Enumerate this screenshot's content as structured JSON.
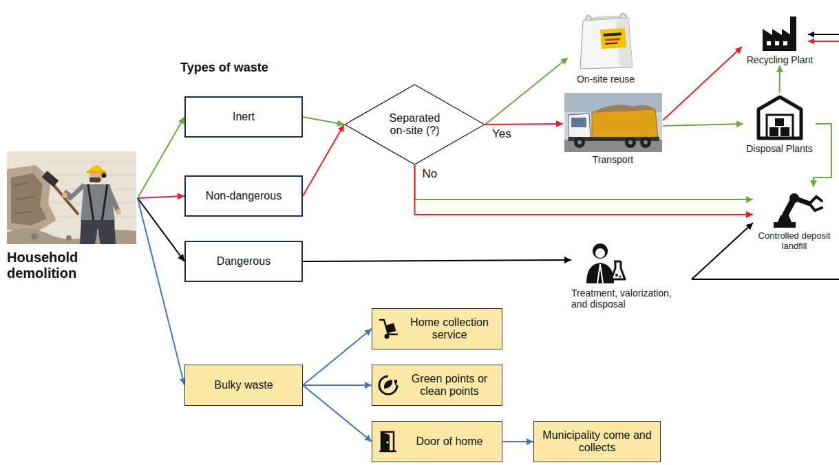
{
  "diagram": {
    "nodes": [
      {
        "text": [
          "Household demolition"
        ]
      },
      {
        "text": [
          "Inert"
        ]
      },
      {
        "text": [
          "Non-dangerous"
        ]
      },
      {
        "text": [
          "Dangerous"
        ]
      },
      {
        "text": [
          "Bulky waste"
        ]
      },
      {
        "text": [
          "Separated on-site (?)"
        ]
      },
      {
        "text": [
          "On-site reuse"
        ]
      },
      {
        "text": [
          "Transport"
        ]
      },
      {
        "text": [
          "Recycling Plant"
        ]
      },
      {
        "text": [
          "Disposal Plants"
        ]
      },
      {
        "text": [
          "Controlled deposit landfill"
        ]
      },
      {
        "text": [
          "Treatment, valorization, and disposal"
        ]
      },
      {
        "text": [
          "Home collection service"
        ]
      },
      {
        "text": [
          "Green points or clean points"
        ]
      },
      {
        "text": [
          "Door of home"
        ]
      },
      {
        "text": [
          "Municipality come and collects"
        ]
      }
    ],
    "edges": [
      {
        "from": 0,
        "to": 1,
        "arrow": "to"
      },
      {
        "from": 0,
        "to": 2,
        "arrow": "to"
      },
      {
        "from": 0,
        "to": 3,
        "arrow": "to"
      },
      {
        "from": 0,
        "to": 4,
        "arrow": "to"
      },
      {
        "from": 1,
        "to": 5,
        "arrow": "to"
      },
      {
        "from": 2,
        "to": 5,
        "arrow": "to"
      },
      {
        "from": 5,
        "to": 6,
        "arrow": "to"
      },
      {
        "from": 5,
        "to": 7,
        "label": "Yes",
        "arrow": "to"
      },
      {
        "from": 5,
        "to": 10,
        "label": "No",
        "arrow": "to"
      },
      {
        "from": 5,
        "to": 10,
        "arrow": "to"
      },
      {
        "from": 7,
        "to": 8,
        "arrow": "to"
      },
      {
        "from": 7,
        "to": 9,
        "arrow": "to"
      },
      {
        "from": 9,
        "to": 8,
        "arrow": "to"
      },
      {
        "from": 9,
        "to": 10,
        "arrow": "to"
      },
      {
        "from": 3,
        "to": 11,
        "arrow": "to"
      },
      {
        "from": 11,
        "to": 10,
        "arrow": "to"
      },
      {
        "from": 4,
        "to": 12,
        "arrow": "to"
      },
      {
        "from": 4,
        "to": 13,
        "arrow": "to"
      },
      {
        "from": 4,
        "to": 14,
        "arrow": "to"
      },
      {
        "from": 14,
        "to": 15,
        "arrow": "to"
      }
    ],
    "labels": [
      "Types of waste"
    ]
  }
}
